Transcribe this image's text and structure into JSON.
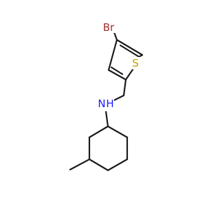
{
  "molecule": {
    "atoms": {
      "bromine": "Br",
      "sulfur": "S",
      "nitrogen": "N",
      "hydrogen": "H"
    },
    "colors": {
      "bond": "#1a1a1a",
      "bromine": "#a52a2a",
      "sulfur": "#b8a000",
      "nitrogen": "#1a1aff"
    }
  }
}
